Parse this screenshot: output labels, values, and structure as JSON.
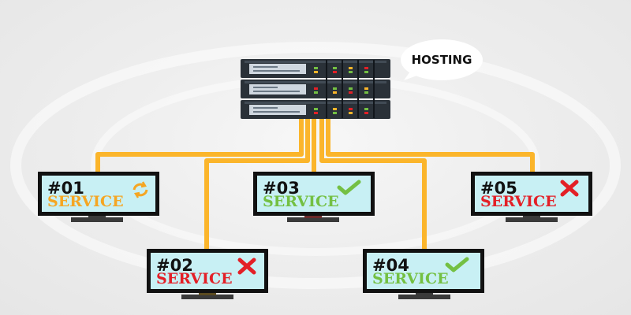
{
  "hosting_label": "HOSTING",
  "colors": {
    "cable": "#fbb52b",
    "screen": "#c8f0f4",
    "frame": "#111111",
    "ok_green": "#74c043",
    "fail_red": "#e32027",
    "pending_orange": "#f5a623"
  },
  "services": [
    {
      "id": "01",
      "number": "#01",
      "label": "SERVICE",
      "status": "pending",
      "icon": "refresh-icon"
    },
    {
      "id": "02",
      "number": "#02",
      "label": "SERVICE",
      "status": "fail",
      "icon": "cross-icon"
    },
    {
      "id": "03",
      "number": "#03",
      "label": "SERVICE",
      "status": "ok",
      "icon": "check-icon"
    },
    {
      "id": "04",
      "number": "#04",
      "label": "SERVICE",
      "status": "ok",
      "icon": "check-icon"
    },
    {
      "id": "05",
      "number": "#05",
      "label": "SERVICE",
      "status": "fail",
      "icon": "cross-icon"
    }
  ]
}
